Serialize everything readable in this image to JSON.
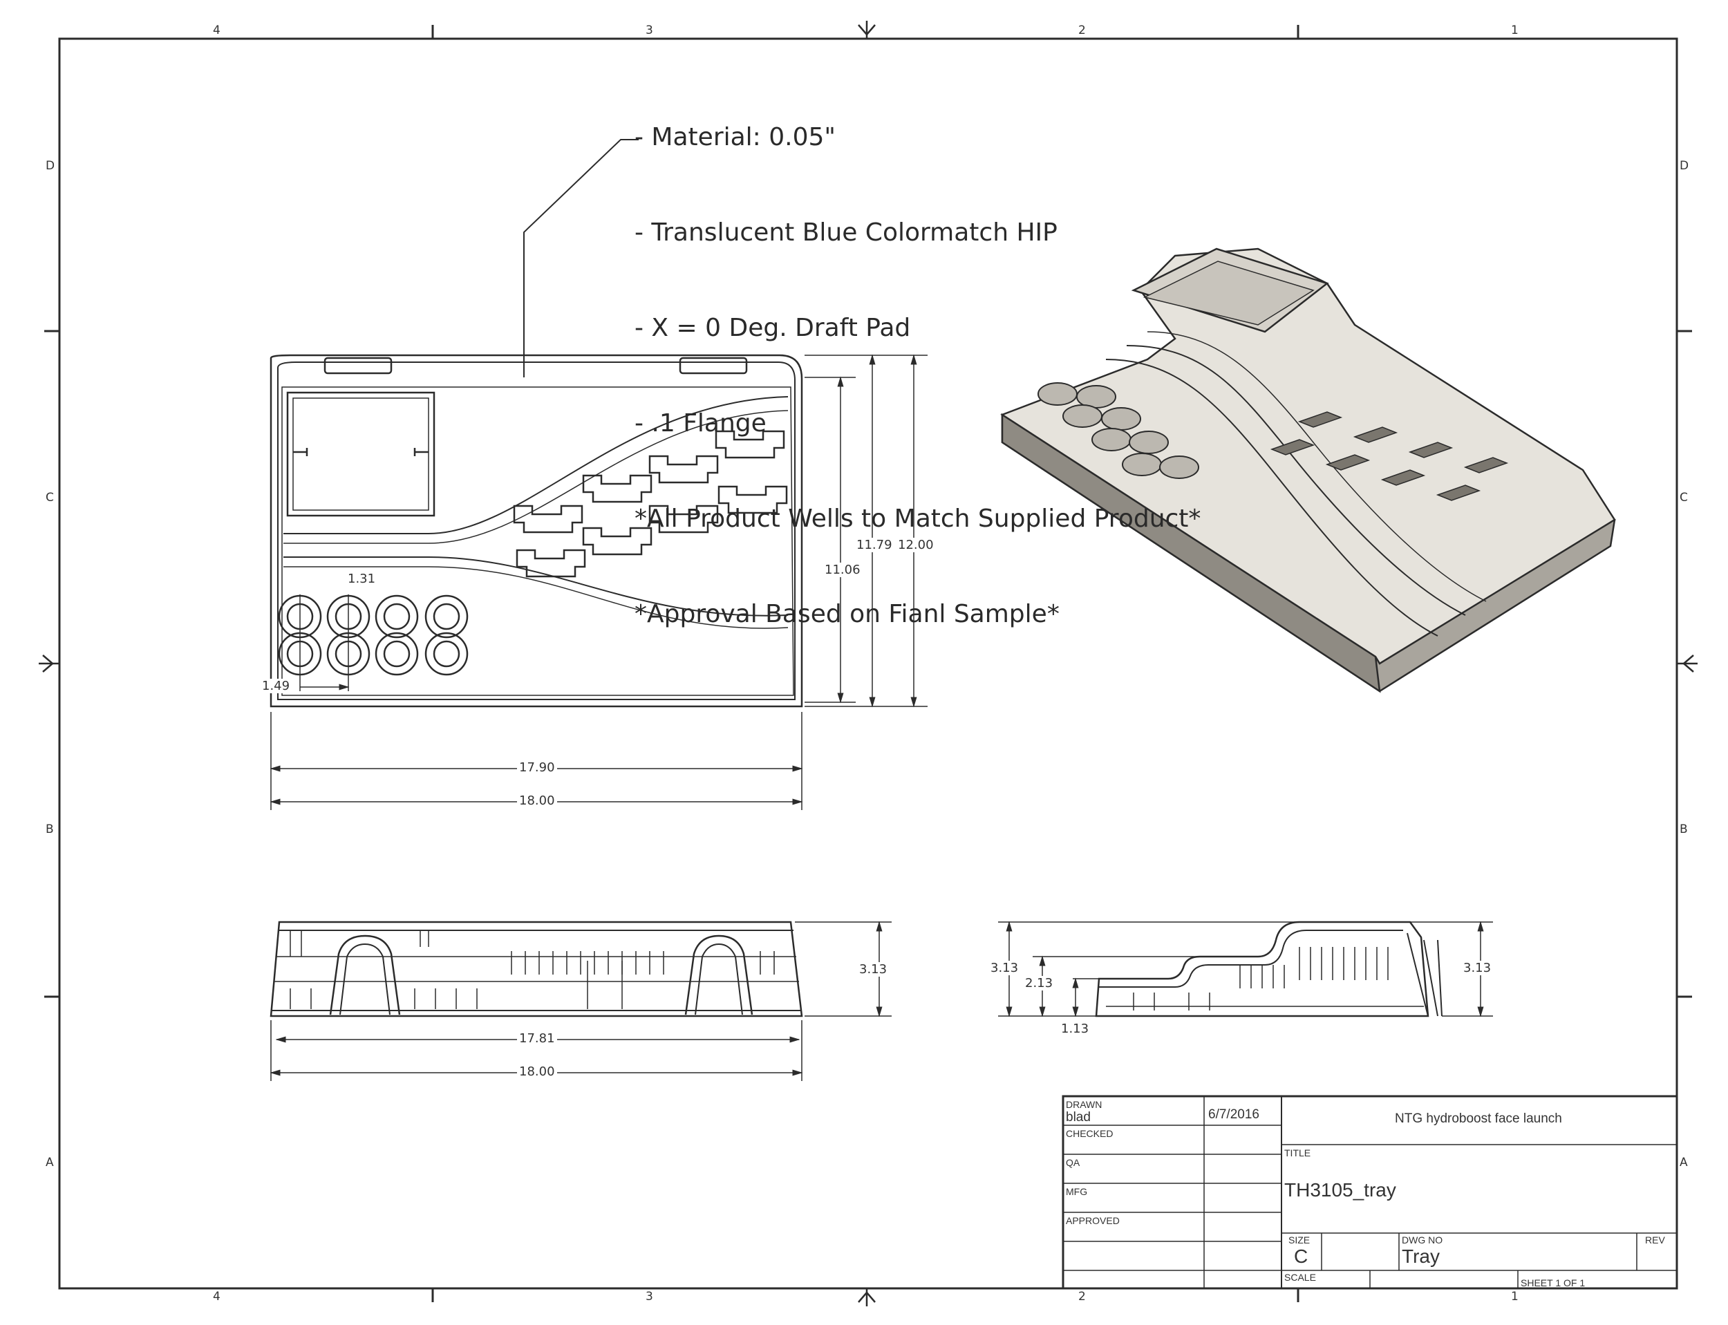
{
  "notes": [
    "- Material: 0.05\"",
    "- Translucent Blue Colormatch HIP",
    "- X = 0 Deg. Draft Pad",
    "- .1 Flange",
    "*All Product Wells to Match Supplied Product*",
    "*Approval Based on Fianl Sample*"
  ],
  "zones": {
    "columns": [
      "4",
      "3",
      "2",
      "1"
    ],
    "rows": [
      "D",
      "C",
      "B",
      "A"
    ]
  },
  "dimensions": {
    "top_view": {
      "well_pitch": "1.31",
      "well_offset": "1.49",
      "inner_height": "11.06",
      "mid_height": "11.79",
      "overall_height": "12.00",
      "inner_width": "17.90",
      "overall_width": "18.00"
    },
    "front_view": {
      "height": "3.13",
      "inner_width": "17.81",
      "overall_width": "18.00"
    },
    "side_view": {
      "overall_height_left": "3.13",
      "step_height": "2.13",
      "low_height": "1.13",
      "overall_height_right": "3.13"
    }
  },
  "title_block": {
    "drawn_label": "DRAWN",
    "drawn_by": "blad",
    "drawn_date": "6/7/2016",
    "checked_label": "CHECKED",
    "qa_label": "QA",
    "mfg_label": "MFG",
    "approved_label": "APPROVED",
    "project": "NTG hydroboost face launch",
    "title_label": "TITLE",
    "title": "TH3105_tray",
    "size_label": "SIZE",
    "size": "C",
    "dwg_no_label": "DWG NO",
    "dwg_no": "Tray",
    "rev_label": "REV",
    "scale_label": "SCALE",
    "sheet_text": "SHEET 1  OF 1"
  },
  "colors": {
    "line": "#2b2b2b",
    "iso_fill": "#e6e3dc",
    "iso_shadow": "#a9a59d"
  }
}
